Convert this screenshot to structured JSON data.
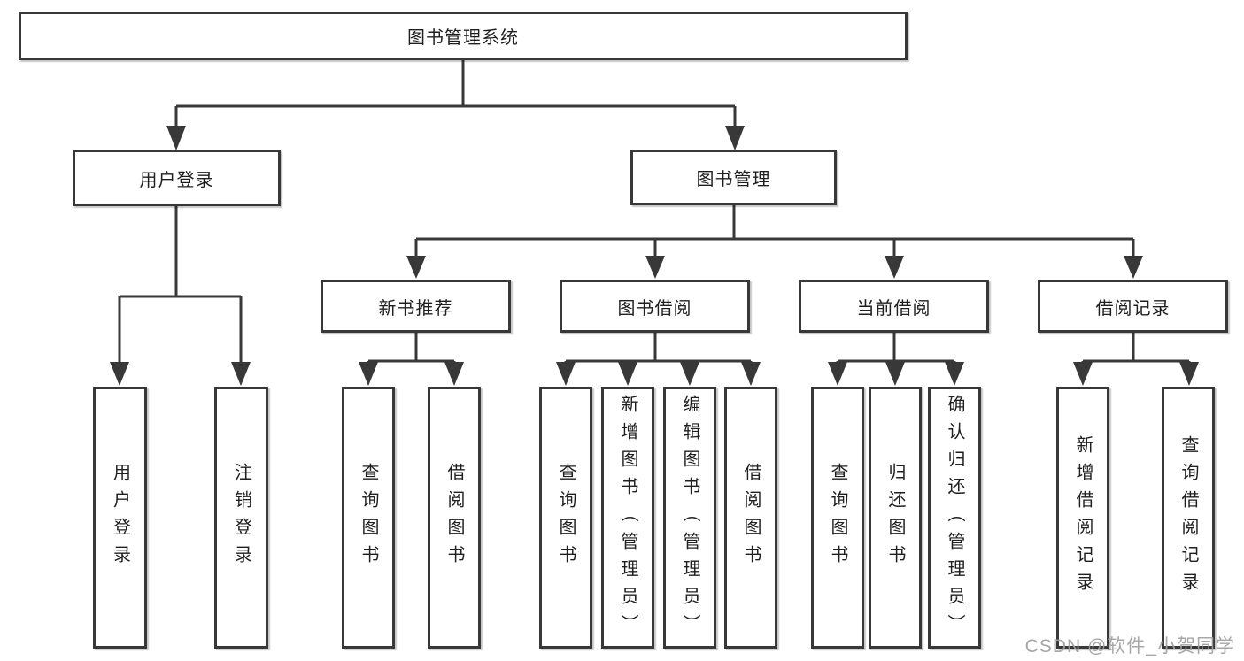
{
  "nodes": {
    "root": "图书管理系统",
    "level2": [
      "用户登录",
      "图书管理"
    ],
    "level3": [
      "新书推荐",
      "图书借阅",
      "当前借阅",
      "借阅记录"
    ],
    "leaves_user": [
      "用户登录",
      "注销登录"
    ],
    "leaves_newbook": [
      "查询图书",
      "借阅图书"
    ],
    "leaves_borrow": [
      "查询图书",
      "新增图书（管理员）",
      "编辑图书（管理员）",
      "借阅图书"
    ],
    "leaves_current": [
      "查询图书",
      "归还图书",
      "确认归还（管理员）"
    ],
    "leaves_records": [
      "新增借阅记录",
      "查询借阅记录"
    ]
  },
  "watermark": "CSDN @软件_小贺同学",
  "colors": {
    "line": "#383838",
    "box_border": "#383838",
    "box_fill": "#ffffff",
    "text": "#1f1f1f",
    "watermark": "#a0a0a0",
    "background": "#ffffff"
  }
}
